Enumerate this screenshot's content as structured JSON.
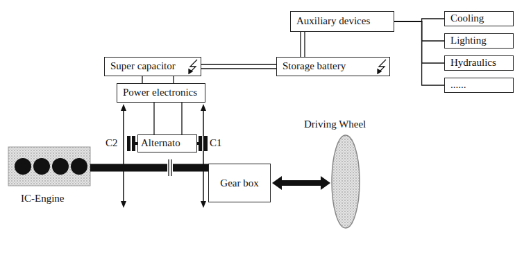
{
  "diagram": {
    "nodes": [
      {
        "text": [
          "Auxiliary devices"
        ]
      },
      {
        "text": [
          "Cooling"
        ]
      },
      {
        "text": [
          "Lighting"
        ]
      },
      {
        "text": [
          "Hydraulics"
        ]
      },
      {
        "text": [
          "......"
        ]
      },
      {
        "text": [
          "Super capacitor"
        ]
      },
      {
        "text": [
          "Storage battery"
        ]
      },
      {
        "text": [
          "Power electronics"
        ]
      },
      {
        "text": [
          "Alternato"
        ]
      },
      {
        "text": [
          "Gear box"
        ]
      },
      {
        "text": [
          "IC-Engine"
        ]
      },
      {
        "text": [
          "Driving Wheel"
        ]
      }
    ],
    "edges": [
      {
        "from": 5,
        "to": 6,
        "arrow": "none"
      },
      {
        "from": 0,
        "to": 6,
        "arrow": "none"
      },
      {
        "from": 0,
        "to": 1,
        "arrow": "none"
      },
      {
        "from": 0,
        "to": 2,
        "arrow": "none"
      },
      {
        "from": 0,
        "to": 3,
        "arrow": "none"
      },
      {
        "from": 0,
        "to": 4,
        "arrow": "none"
      },
      {
        "from": 5,
        "to": 7,
        "arrow": "none"
      },
      {
        "from": 7,
        "to": 8,
        "arrow": "none"
      },
      {
        "from": 10,
        "to": 9,
        "arrow": "none"
      },
      {
        "from": 9,
        "to": 11,
        "arrow": "both"
      }
    ],
    "labels": [
      "C2",
      "C1"
    ]
  }
}
